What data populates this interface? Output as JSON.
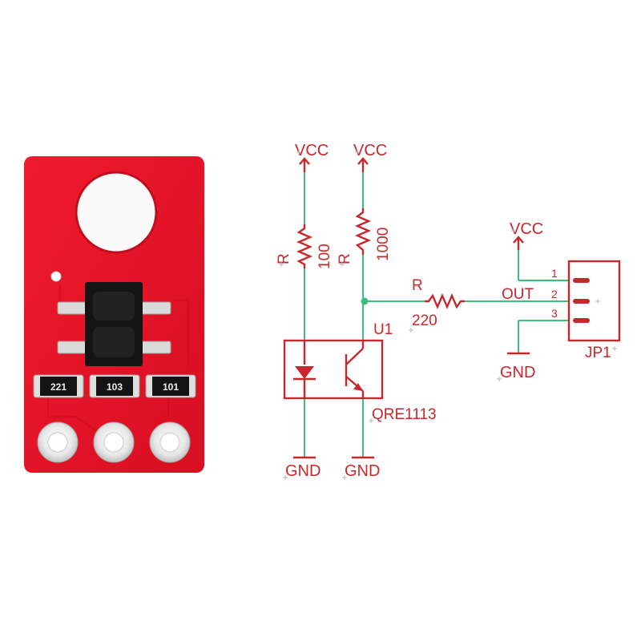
{
  "board": {
    "resistor_left_marking": "221",
    "resistor_mid_marking": "103",
    "resistor_right_marking": "101"
  },
  "schematic": {
    "vcc_label_1": "VCC",
    "vcc_label_2": "VCC",
    "vcc_label_3": "VCC",
    "r1_ref": "R",
    "r1_value": "100",
    "r2_ref": "R",
    "r2_value": "1000",
    "r3_ref": "R",
    "r3_value": "220",
    "u1_ref": "U1",
    "u1_part": "QRE1113",
    "gnd_label_1": "GND",
    "gnd_label_2": "GND",
    "gnd_label_3": "GND",
    "net_out": "OUT",
    "pin1": "1",
    "pin2": "2",
    "pin3": "3",
    "jp1_ref": "JP1"
  },
  "colors": {
    "board_red": "#e8152a",
    "schematic_red": "#c8282c",
    "wire_green": "#3cbf7a"
  }
}
